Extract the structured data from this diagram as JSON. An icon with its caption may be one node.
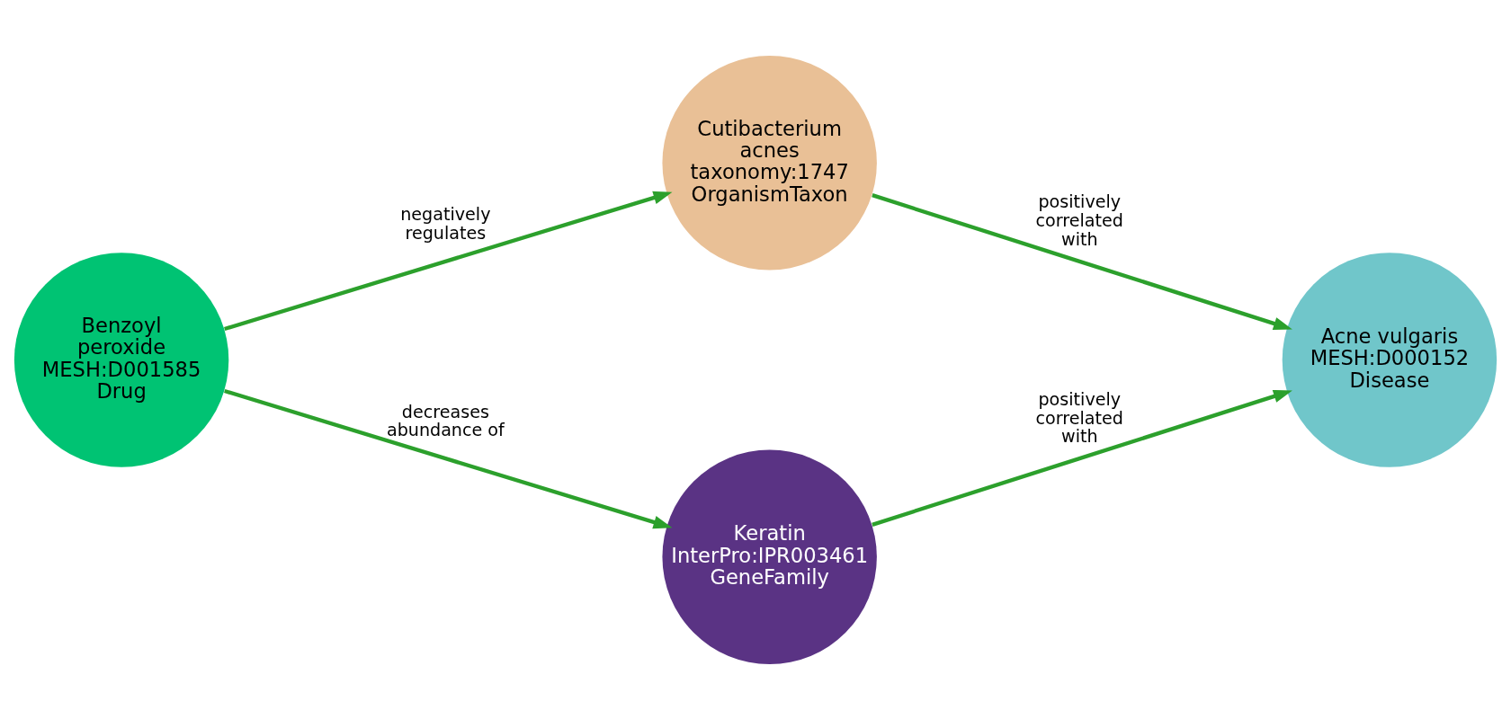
{
  "diagram": {
    "nodes": [
      {
        "text": [
          "Benzoyl peroxide",
          "MESH:D001585",
          "Drug"
        ]
      },
      {
        "text": [
          "Cutibacterium acnes",
          "taxonomy:1747",
          "OrganismTaxon"
        ]
      },
      {
        "text": [
          "Acne vulgaris",
          "MESH:D000152",
          "Disease"
        ]
      },
      {
        "text": [
          "Keratin",
          "InterPro:IPR003461",
          "GeneFamily"
        ]
      }
    ],
    "edges": [
      {
        "from": 0,
        "to": 1,
        "arrow": "to",
        "label": "negatively regulates"
      },
      {
        "from": 1,
        "to": 2,
        "arrow": "to",
        "label": "positively correlated with"
      },
      {
        "from": 0,
        "to": 3,
        "arrow": "to",
        "label": "decreases abundance of"
      },
      {
        "from": 3,
        "to": 2,
        "arrow": "to",
        "label": "positively correlated with"
      }
    ]
  }
}
